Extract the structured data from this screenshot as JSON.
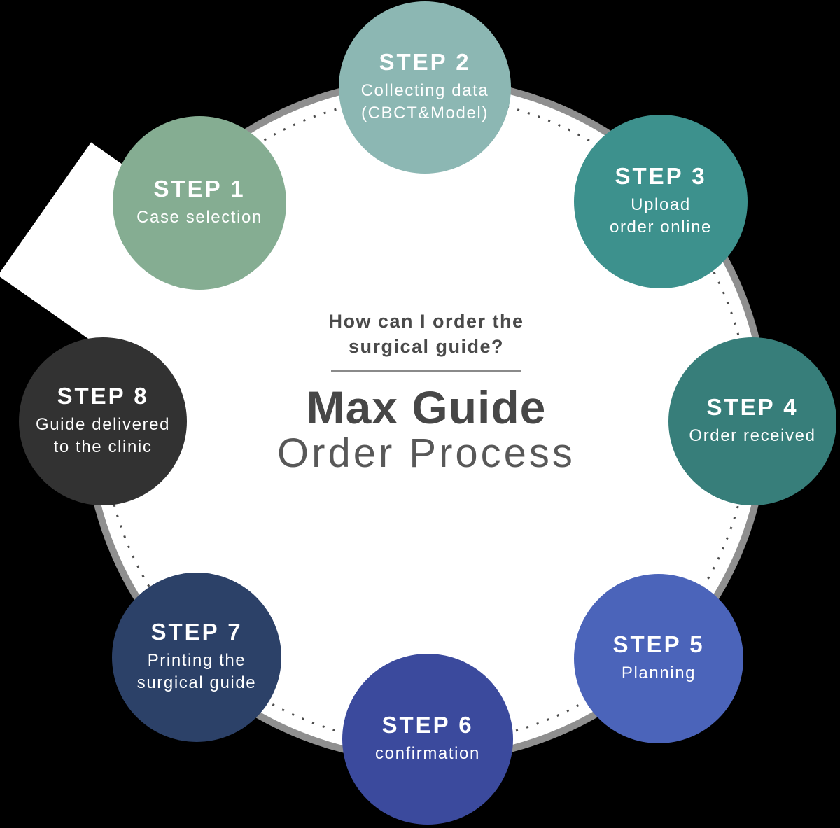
{
  "page": {
    "background": "#000000"
  },
  "diagram": {
    "question": "How can I order the\nsurgical guide?",
    "title_line1": "Max Guide",
    "title_line2": "Order Process",
    "divider_color": "#8a8a8a",
    "deco_rect_color": "#ffffff",
    "big_circle": {
      "fill": "#ffffff",
      "border_color": "#8f8f8f",
      "dotted_color": "#4d4d4d"
    },
    "step_text_color": "#ffffff",
    "steps": [
      {
        "label": "STEP 1",
        "desc": "Case selection",
        "color": "#85ad92"
      },
      {
        "label": "STEP 2",
        "desc": "Collecting data\n(CBCT&Model)",
        "color": "#8cb7b3"
      },
      {
        "label": "STEP 3",
        "desc": "Upload\norder online",
        "color": "#3d918d"
      },
      {
        "label": "STEP 4",
        "desc": "Order received",
        "color": "#377e7a"
      },
      {
        "label": "STEP 5",
        "desc": "Planning",
        "color": "#4b64ba"
      },
      {
        "label": "STEP 6",
        "desc": "confirmation",
        "color": "#3b4a9d"
      },
      {
        "label": "STEP 7",
        "desc": "Printing the\nsurgical guide",
        "color": "#2c4168"
      },
      {
        "label": "STEP 8",
        "desc": "Guide delivered\nto the clinic",
        "color": "#323232"
      }
    ]
  }
}
